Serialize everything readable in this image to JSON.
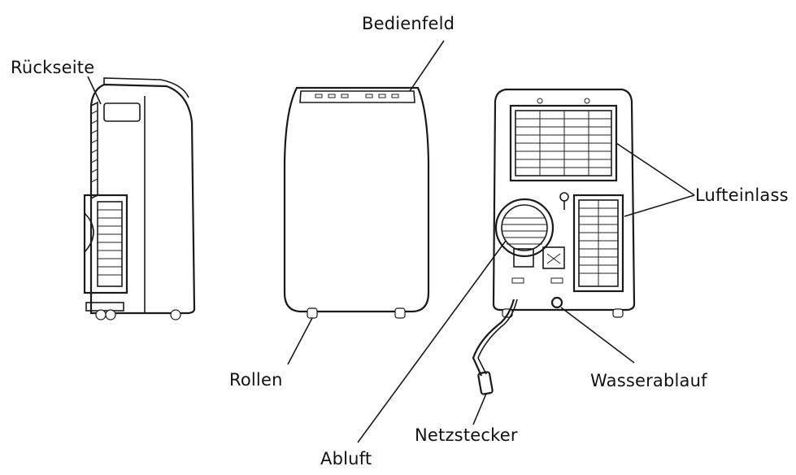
{
  "labels": {
    "bedienfeld": "Bedienfeld",
    "rueckseite": "Rückseite",
    "lufteinlass": "Lufteinlass",
    "rollen": "Rollen",
    "wasserablauf": "Wasserablauf",
    "netzstecker": "Netzstecker",
    "abluft": "Abluft"
  },
  "colors": {
    "line": "#1a1a1a",
    "background": "#ffffff"
  }
}
